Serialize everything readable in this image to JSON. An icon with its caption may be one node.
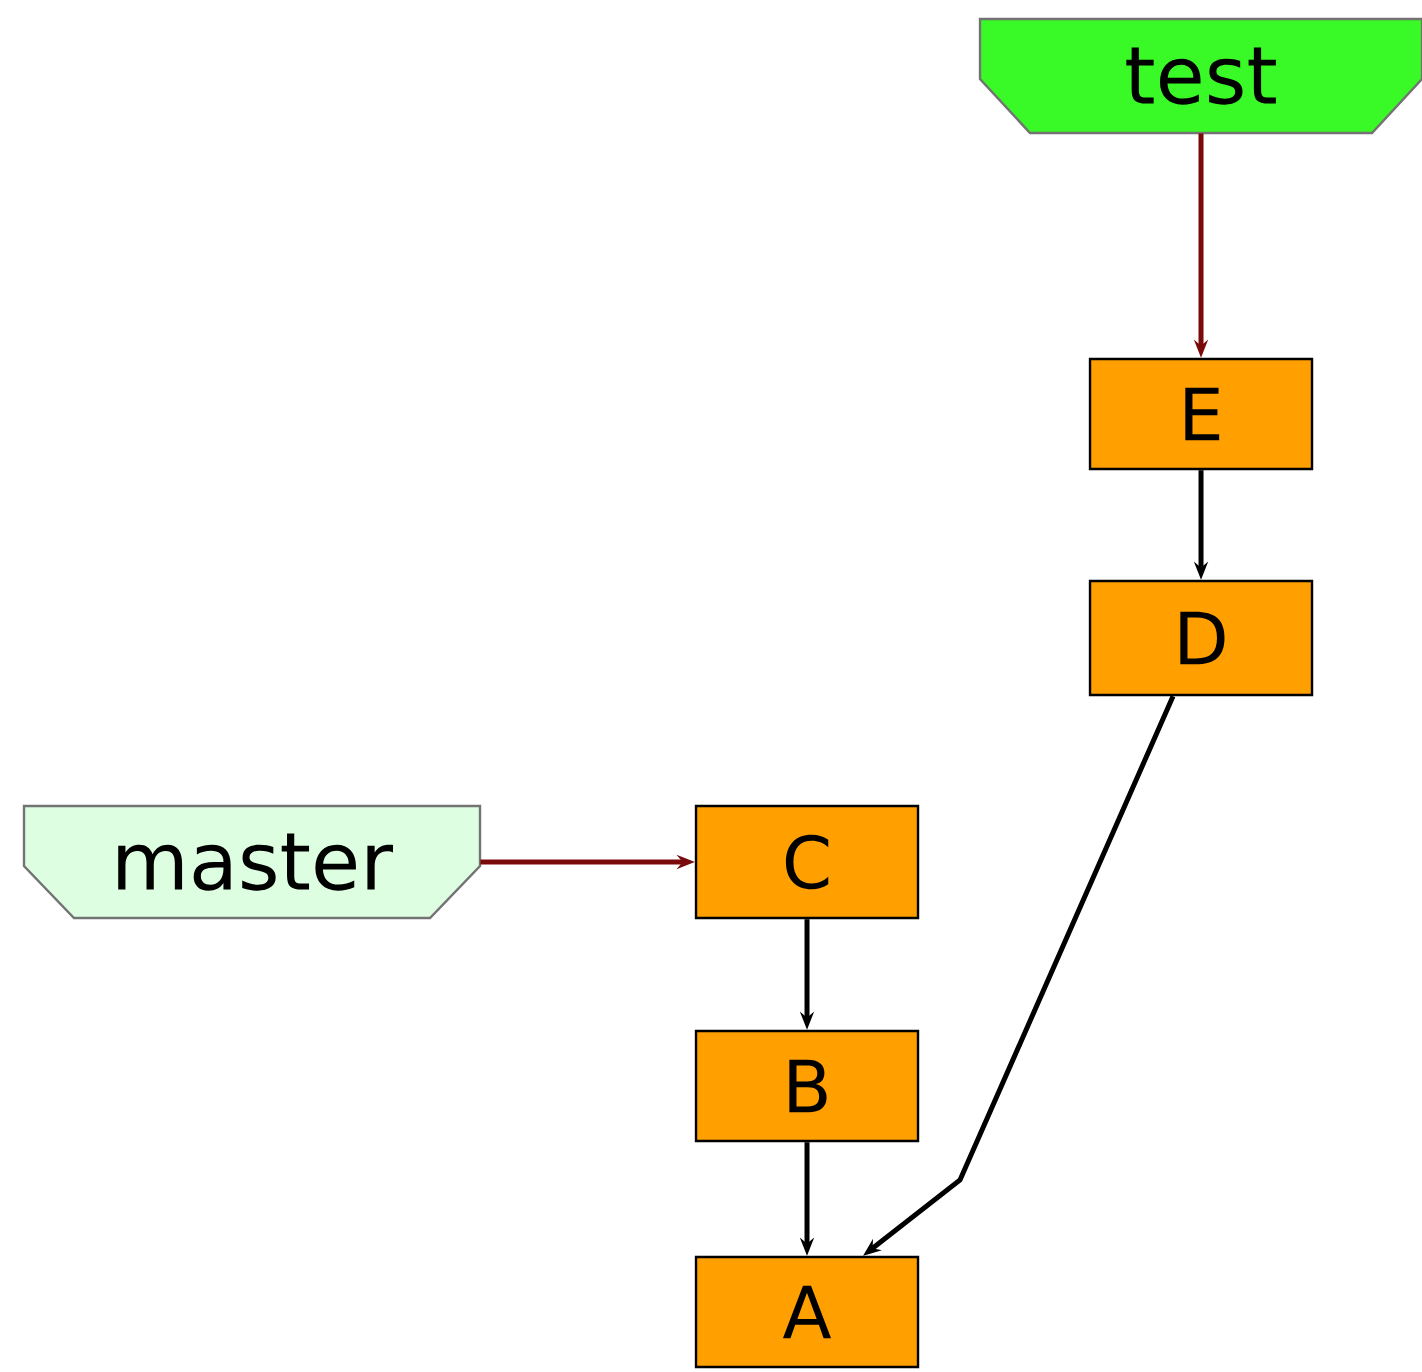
{
  "diagram": {
    "nodes": [
      {
        "text": [
          "test"
        ]
      },
      {
        "text": [
          "E"
        ]
      },
      {
        "text": [
          "D"
        ]
      },
      {
        "text": [
          "master"
        ]
      },
      {
        "text": [
          "C"
        ]
      },
      {
        "text": [
          "B"
        ]
      },
      {
        "text": [
          "A"
        ]
      }
    ],
    "edges": [
      {
        "from": 0,
        "to": 1,
        "arrow": "to",
        "color": "#7a0a0a"
      },
      {
        "from": 1,
        "to": 2,
        "arrow": "to"
      },
      {
        "from": 2,
        "to": 6,
        "arrow": "to"
      },
      {
        "from": 3,
        "to": 4,
        "arrow": "to",
        "color": "#7a0a0a"
      },
      {
        "from": 4,
        "to": 5,
        "arrow": "to"
      },
      {
        "from": 5,
        "to": 6,
        "arrow": "to"
      }
    ]
  }
}
